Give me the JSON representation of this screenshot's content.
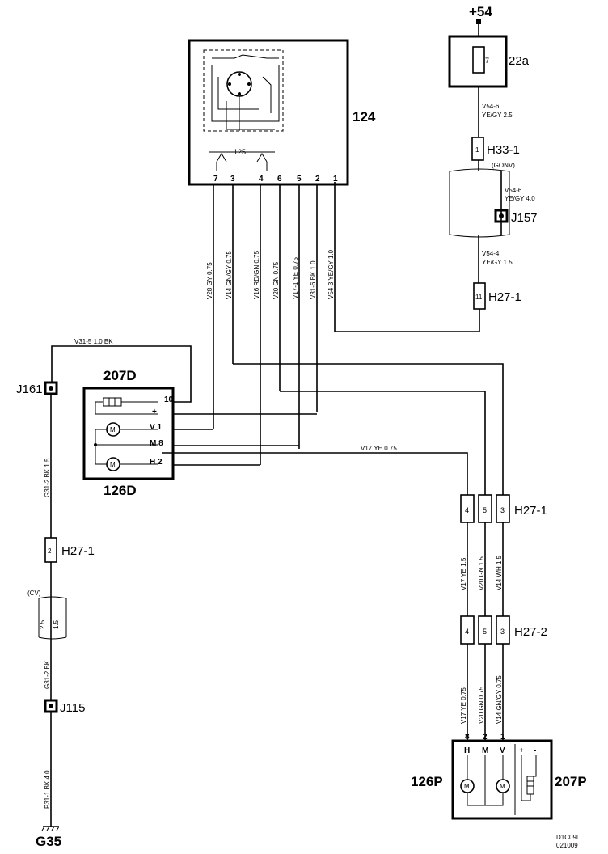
{
  "supply": "+54",
  "labels": {
    "fuse_box": "22a",
    "fuse_number": "7",
    "switch_unit": "124",
    "switch_sub": "125",
    "h33": "H33-1",
    "h33_pin": "1",
    "gonv": "(GONV)",
    "j157": "J157",
    "h27_top": "H27-1",
    "h27_top_pin": "11",
    "j161": "J161",
    "mirror_left_top": "207D",
    "mirror_left_bot": "126D",
    "h27_left": "H27-1",
    "h27_left_pin": "2",
    "cv": "(CV)",
    "j115": "J115",
    "g35": "G35",
    "h27_1": "H27-1",
    "h27_2": "H27-2",
    "mirror_right_l": "126P",
    "mirror_right_r": "207P",
    "code1": "D1C09L",
    "code2": "021009"
  },
  "wires": {
    "w_fuse": "V54-6",
    "w_fuse_c": "YE/GY  2.5",
    "w_j157": "V54-6",
    "w_j157_c": "YE/GY  4.0",
    "w_h27": "V54-4",
    "w_h27_c": "YE/GY  1.5",
    "v31_5": "V31-5        1.0     BK",
    "v17_mid": "V17    YE    0.75",
    "s1": "V28   GY   0.75",
    "s2": "V14   GN/GY   0.75",
    "s3": "V16   RD/GN   0.75",
    "s4": "V20   GN   0.75",
    "s5": "V17-1   YE   0.75",
    "s6": "V31-6   BK   1.0",
    "s7": "V54-3   YE/GY   1.0",
    "l1": "G31-2   BK   1.5",
    "l2a": "2.5",
    "l2b": "1.5",
    "l3": "G31-2   BK",
    "l4": "P31-1   BK   4.0",
    "r1": "V17   YE   1.5",
    "r2": "V20   GN   1.5",
    "r3": "V14   WH   1.5",
    "r4": "V17   YE   0.75",
    "r5": "V20   GN   0.75",
    "r6": "V14   GN/GY   0.75"
  },
  "pins": {
    "sw": [
      "7",
      "3",
      "4",
      "6",
      "5",
      "2",
      "1"
    ],
    "m207d": [
      "10",
      "+",
      "V 1",
      "M 8",
      "H 2"
    ],
    "h27_1": [
      "4",
      "5",
      "3"
    ],
    "h27_2": [
      "4",
      "5",
      "3"
    ],
    "p207": [
      "8",
      "2",
      "1",
      "H",
      "M",
      "V",
      "+",
      "-"
    ]
  }
}
